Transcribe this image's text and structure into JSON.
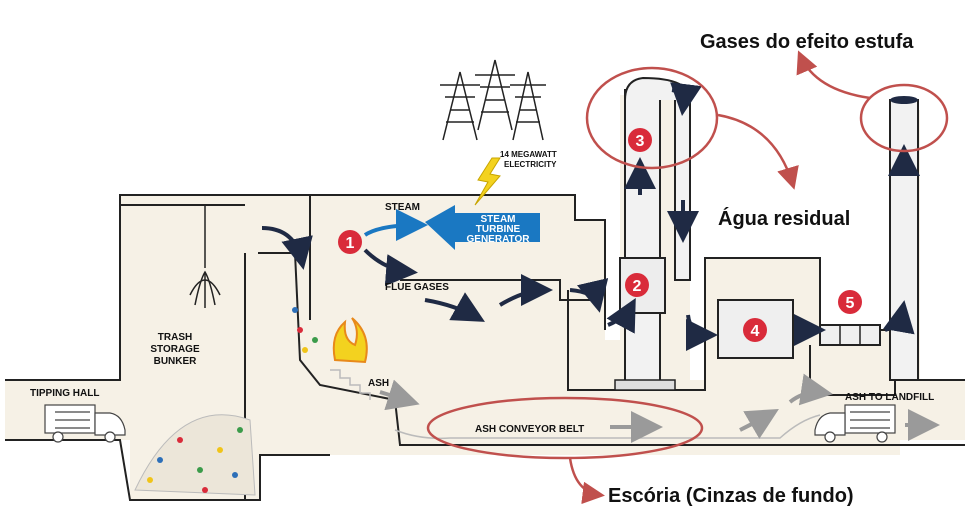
{
  "labels": {
    "tipping_hall": "TIPPING HALL",
    "trash_storage_l1": "TRASH",
    "trash_storage_l2": "STORAGE",
    "trash_storage_l3": "BUNKER",
    "steam": "STEAM",
    "flue_gases": "FLUE GASES",
    "ash": "ASH",
    "ash_conveyor_belt": "ASH CONVEYOR BELT",
    "ash_to_landfill": "ASH TO LANDFILL",
    "electricity_l1": "14 MEGAWATT",
    "electricity_l2": "ELECTRICITY",
    "turbine_l1": "STEAM",
    "turbine_l2": "TURBINE",
    "turbine_l3": "GENERATOR"
  },
  "annotations": {
    "greenhouse_gases": "Gases do efeito estufa",
    "wastewater": "Água residual",
    "bottom_ash": "Escória (Cinzas de fundo)"
  },
  "markers": [
    "1",
    "2",
    "3",
    "4",
    "5"
  ],
  "colors": {
    "marker_red": "#d92b3a",
    "annotation_red": "#c0504d",
    "turbine_blue": "#1a78c2",
    "arrow_navy": "#1f2a44",
    "lightning_yellow": "#f3d21f"
  }
}
